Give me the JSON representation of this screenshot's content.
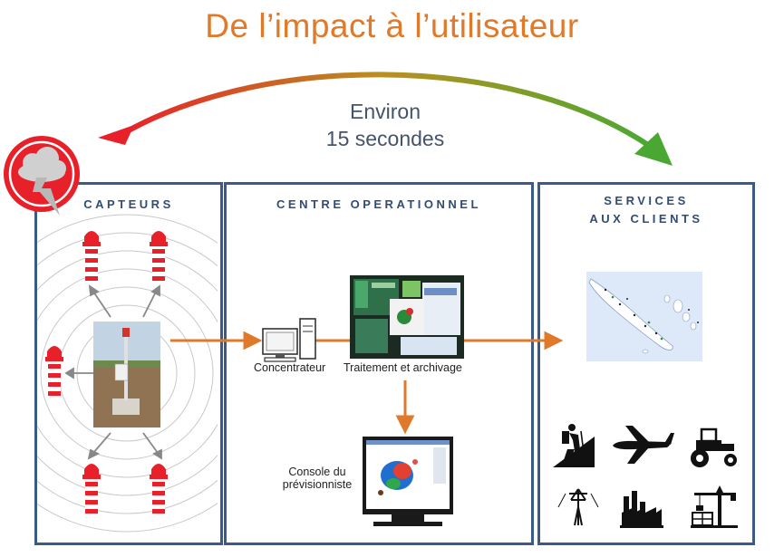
{
  "title": "De l’impact à l’utilisateur",
  "timing": {
    "line1": "Environ",
    "line2": "15 secondes"
  },
  "panels": {
    "sensors": {
      "title": "CAPTEURS"
    },
    "center": {
      "title": "CENTRE OPERATIONNEL"
    },
    "services": {
      "title_line1": "SERVICES",
      "title_line2": "AUX CLIENTS"
    }
  },
  "labels": {
    "concentrator": "Concentrateur",
    "processing": "Traitement et archivage",
    "console_line1": "Console du",
    "console_line2": "prévisionniste"
  },
  "icons": [
    "storm-cloud-icon",
    "hiker-icon",
    "airplane-icon",
    "tractor-icon",
    "power-pylon-icon",
    "factory-icon",
    "construction-crane-icon"
  ],
  "colors": {
    "title": "#e07a2a",
    "frame": "#3a5b88",
    "arrow": "#e07a2a",
    "arc_start": "#e8202a",
    "arc_end": "#4aa832"
  }
}
